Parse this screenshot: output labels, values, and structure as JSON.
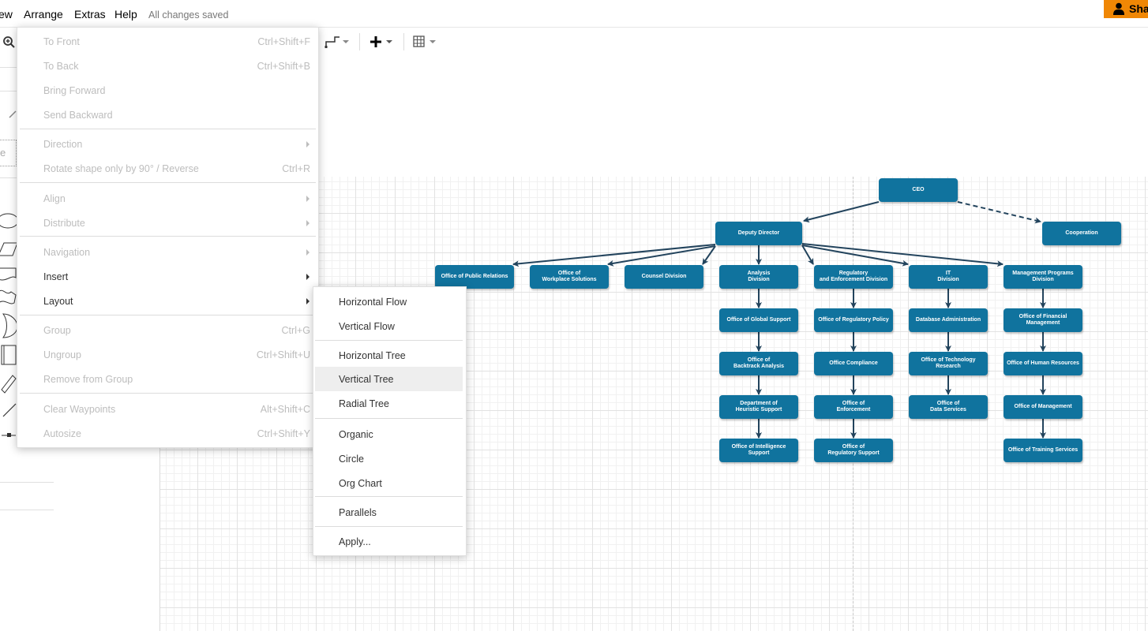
{
  "menubar": {
    "items": [
      "ew",
      "Arrange",
      "Extras",
      "Help"
    ],
    "status": "All changes saved",
    "share_label": "Shar"
  },
  "left_panel": {
    "text_fragment": "e"
  },
  "arrange_menu": {
    "items": [
      {
        "label": "To Front",
        "shortcut": "Ctrl+Shift+F",
        "enabled": false
      },
      {
        "label": "To Back",
        "shortcut": "Ctrl+Shift+B",
        "enabled": false
      },
      {
        "label": "Bring Forward",
        "shortcut": "",
        "enabled": false
      },
      {
        "label": "Send Backward",
        "shortcut": "",
        "enabled": false
      },
      {
        "label": "Direction",
        "shortcut": "",
        "enabled": false,
        "submenu": true
      },
      {
        "label": "Rotate shape only by 90° / Reverse",
        "shortcut": "Ctrl+R",
        "enabled": false
      },
      {
        "label": "Align",
        "shortcut": "",
        "enabled": false,
        "submenu": true
      },
      {
        "label": "Distribute",
        "shortcut": "",
        "enabled": false,
        "submenu": true
      },
      {
        "label": "Navigation",
        "shortcut": "",
        "enabled": false,
        "submenu": true
      },
      {
        "label": "Insert",
        "shortcut": "",
        "enabled": true,
        "submenu": true
      },
      {
        "label": "Layout",
        "shortcut": "",
        "enabled": true,
        "submenu": true
      },
      {
        "label": "Group",
        "shortcut": "Ctrl+G",
        "enabled": false
      },
      {
        "label": "Ungroup",
        "shortcut": "Ctrl+Shift+U",
        "enabled": false
      },
      {
        "label": "Remove from Group",
        "shortcut": "",
        "enabled": false
      },
      {
        "label": "Clear Waypoints",
        "shortcut": "Alt+Shift+C",
        "enabled": false
      },
      {
        "label": "Autosize",
        "shortcut": "Ctrl+Shift+Y",
        "enabled": false
      }
    ]
  },
  "layout_submenu": {
    "items": [
      "Horizontal Flow",
      "Vertical Flow",
      "Horizontal Tree",
      "Vertical Tree",
      "Radial Tree",
      "Organic",
      "Circle",
      "Org Chart",
      "Parallels",
      "Apply..."
    ],
    "hovered": "Vertical Tree"
  },
  "diagram": {
    "node_color": "#10739e",
    "edge_color": "#23445d",
    "nodes": {
      "ceo": "CEO",
      "deputy": "Deputy Director",
      "cooperation": "Cooperation",
      "public_relations": "Office of Public Relations",
      "workplace": "Office of\nWorkplace Solutions",
      "counsel": "Counsel Division",
      "analysis": "Analysis\nDivision",
      "regulatory": "Regulatory\nand Enforcement Division",
      "it": "IT\nDivision",
      "mgmt_programs": "Management Programs\nDivision",
      "global_support": "Office of Global Support",
      "backtrack": "Office of\nBacktrack Analysis",
      "heuristic": "Department of\nHeuristic Support",
      "intelligence": "Office of Intelligence\nSupport",
      "regulatory_policy": "Office of Regulatory Policy",
      "compliance": "Office Compliance",
      "enforcement": "Office of\nEnforcement",
      "regulatory_support": "Office of\nRegulatory Support",
      "database": "Database Administration",
      "tech_research": "Office of Technology\nResearch",
      "data_services": "Office of\nData Services",
      "financial": "Office of Financial\nManagement",
      "human_resources": "Office of Human Resources",
      "management": "Office of Management",
      "training": "Office of Training Services"
    }
  }
}
